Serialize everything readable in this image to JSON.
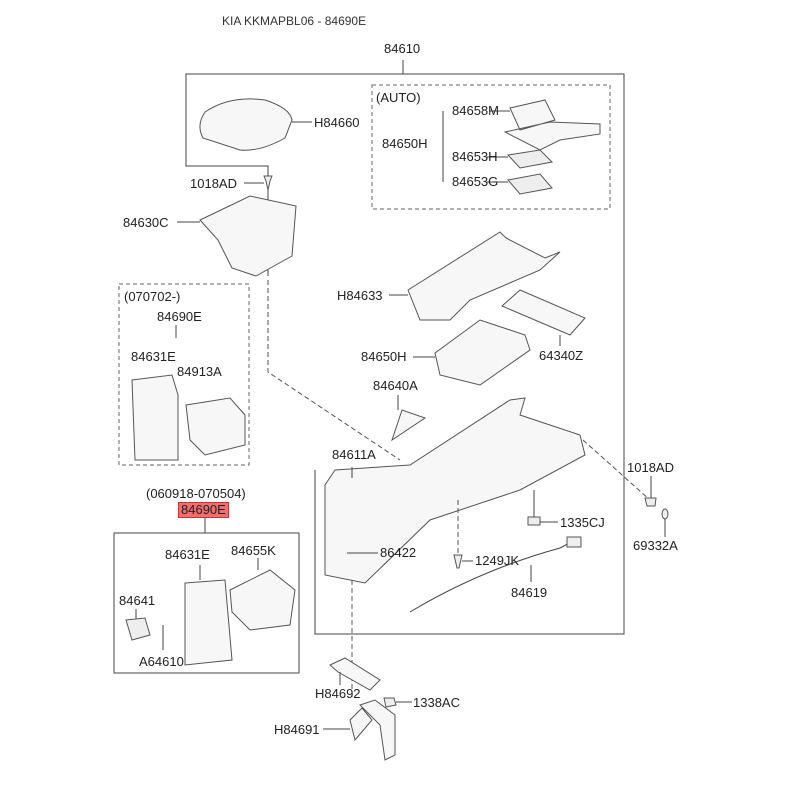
{
  "title": "KIA KKMAPBL06 - 84690E",
  "highlight_color": "#f26d6d",
  "labels": {
    "main_assembly": "84610",
    "armrest": "H84660",
    "screw_top": "1018AD",
    "storage_box": "84630C",
    "auto_group": "(AUTO)",
    "auto_parent": "84650H",
    "auto_item1": "84658M",
    "auto_item2": "84653H",
    "auto_item3": "84653G",
    "cup_holder": "H84633",
    "shift_bezel": "84650H",
    "bracket_right": "64340Z",
    "boot": "84640A",
    "console_body": "84611A",
    "clip": "86422",
    "screw_right": "1018AD",
    "cap": "69332A",
    "nut_pad": "1335CJ",
    "bolt": "1249JK",
    "cable": "84619",
    "group_a_date": "(070702-)",
    "group_a_part": "84690E",
    "group_a_item1": "84631E",
    "group_a_item2": "84913A",
    "group_b_date": "(060918-070504)",
    "group_b_part": "84690E",
    "group_b_item1": "84631E",
    "group_b_item2": "84655K",
    "group_b_item3": "84641",
    "group_b_item4": "A64610",
    "bracket_upper": "H84692",
    "bracket_lower": "H84691",
    "nut_bottom": "1338AC"
  }
}
